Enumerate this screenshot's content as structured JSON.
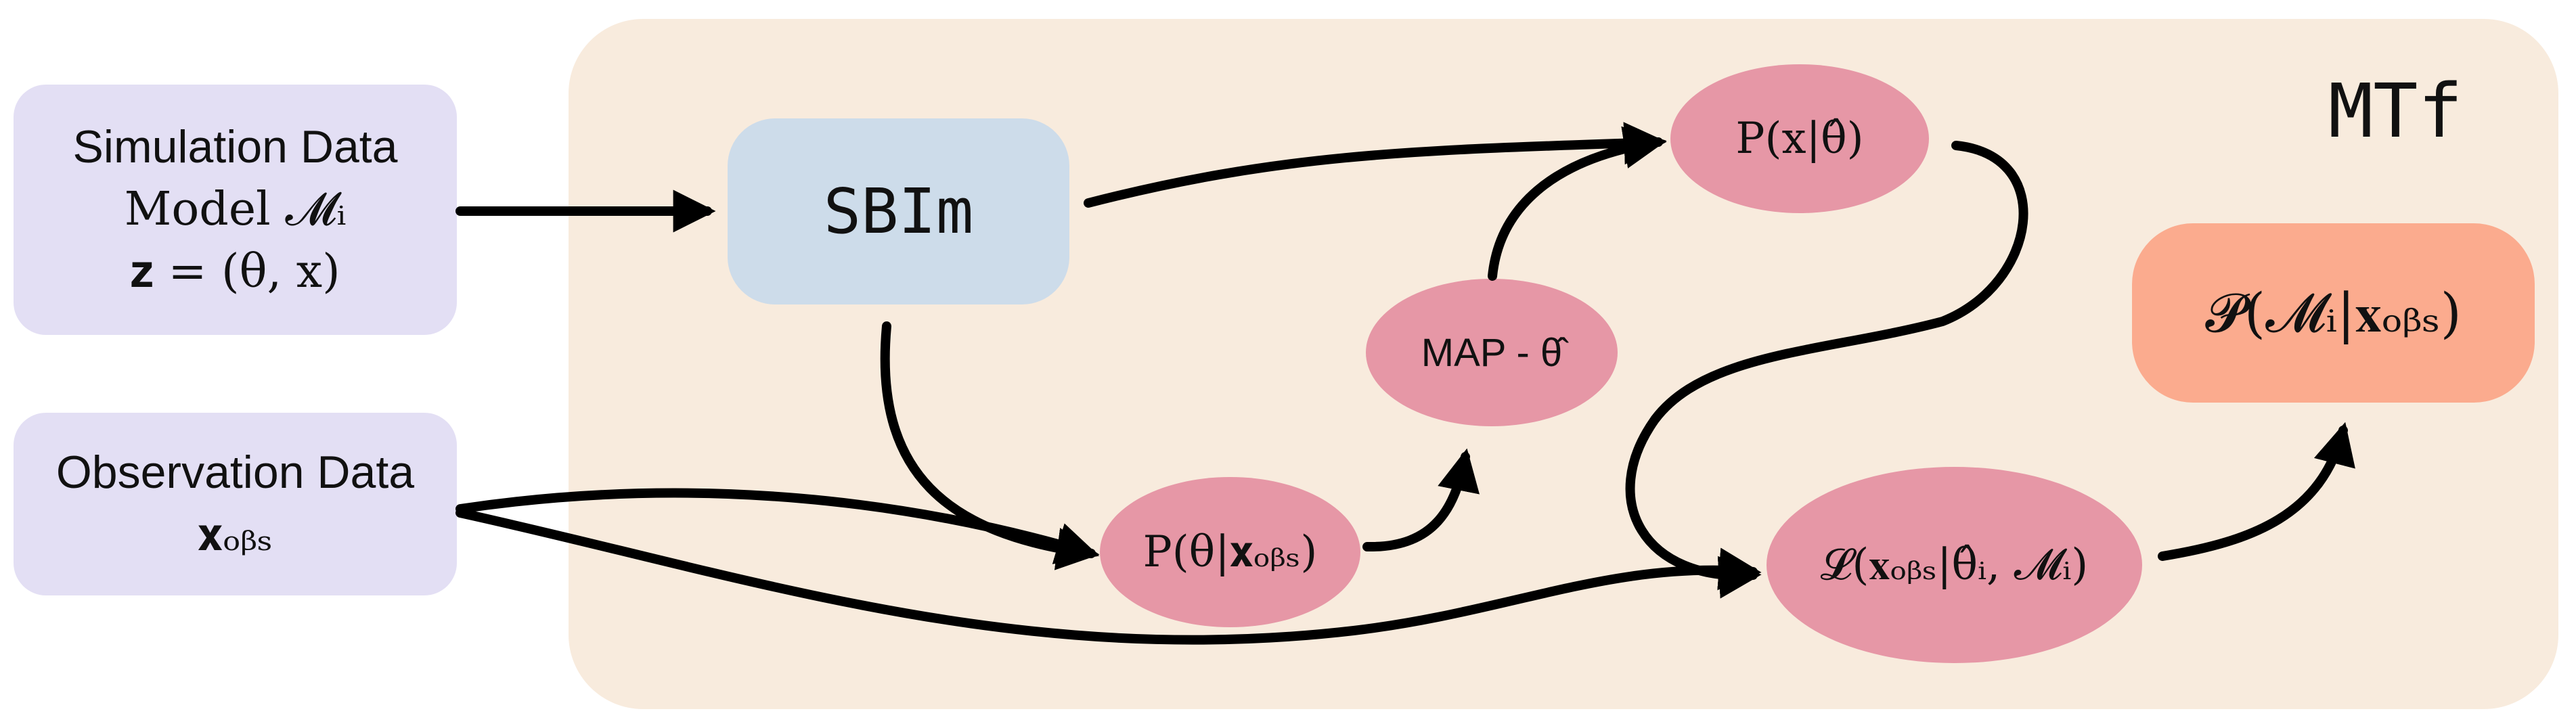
{
  "panel": {
    "title": "MTf"
  },
  "simulation_box": {
    "line1": "Simulation Data",
    "line2": "Model 𝓜ᵢ",
    "line3": "𝐳 = (θ, x)"
  },
  "observation_box": {
    "line1": "Observation Data",
    "line2": "𝐱ₒᵦₛ"
  },
  "sbim_box": {
    "label": "SBIm"
  },
  "nodes": {
    "likelihood_map": "P(x|θ̂)",
    "map": "MAP - θ̂",
    "posterior": "P(θ|𝐱ₒᵦₛ)",
    "likelihood_obs": "𝓛(𝐱ₒᵦₛ|θ̂ᵢ, 𝓜ᵢ)",
    "model_posterior": "𝓟(𝓜ᵢ|𝐱ₒᵦₛ)"
  },
  "colors": {
    "panel": "#f8ebdd",
    "input": "#e3dff4",
    "sbim": "#cddcea",
    "oval": "#e697a6",
    "result": "#fbab8e",
    "arrow": "#000000"
  }
}
